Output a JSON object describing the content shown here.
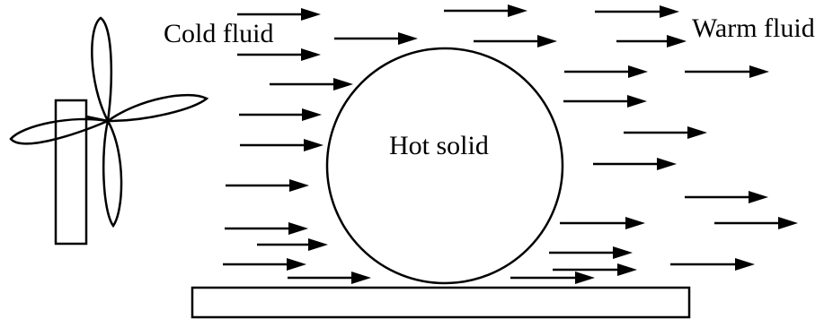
{
  "labels": {
    "cold": "Cold fluid",
    "warm": "Warm fluid",
    "hot": "Hot solid"
  },
  "colors": {
    "ink": "#000000",
    "background": "#ffffff"
  }
}
